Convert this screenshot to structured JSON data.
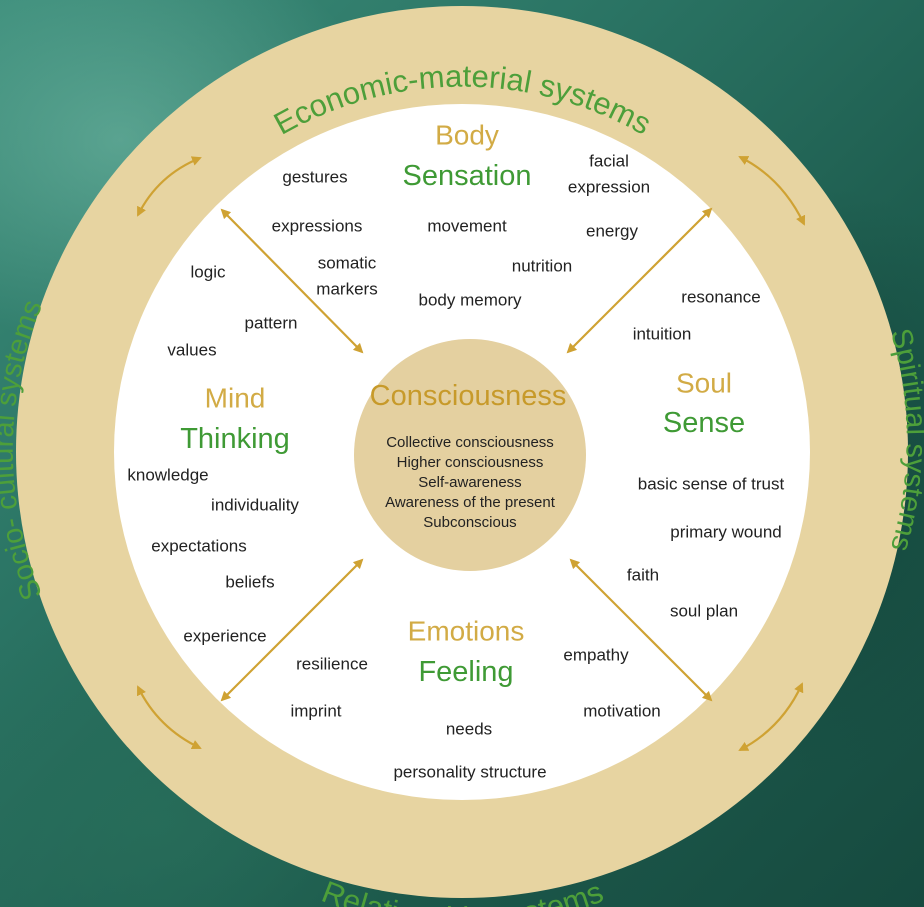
{
  "ring_labels": {
    "top": "Economic-material systems",
    "right": "Spiritual systems",
    "bottom": "Relationship systems",
    "left": "Socio- cultural systems"
  },
  "center": {
    "title": "Consciousness",
    "items": [
      "Collective consciousness",
      "Higher consciousness",
      "Self-awareness",
      "Awareness of the present",
      "Subconscious"
    ]
  },
  "quadrants": {
    "body": {
      "title": "Body",
      "subtitle": "Sensation",
      "terms": [
        "gestures",
        "facial",
        "expression",
        "expressions",
        "movement",
        "energy",
        "somatic",
        "markers",
        "nutrition",
        "body memory"
      ]
    },
    "soul": {
      "title": "Soul",
      "subtitle": "Sense",
      "terms": [
        "resonance",
        "intuition",
        "basic sense of trust",
        "primary wound",
        "faith",
        "soul plan"
      ]
    },
    "mind": {
      "title": "Mind",
      "subtitle": "Thinking",
      "terms": [
        "logic",
        "pattern",
        "values",
        "knowledge",
        "individuality",
        "expectations",
        "beliefs",
        "experience"
      ]
    },
    "emotions": {
      "title": "Emotions",
      "subtitle": "Feeling",
      "terms": [
        "empathy",
        "resilience",
        "imprint",
        "motivation",
        "needs",
        "personality structure"
      ]
    }
  },
  "colors": {
    "ring": "#e7d4a1",
    "core": "#e4d0a0",
    "gold": "#d2ab45",
    "green": "#3f9a35",
    "arrow": "#cfa233"
  }
}
